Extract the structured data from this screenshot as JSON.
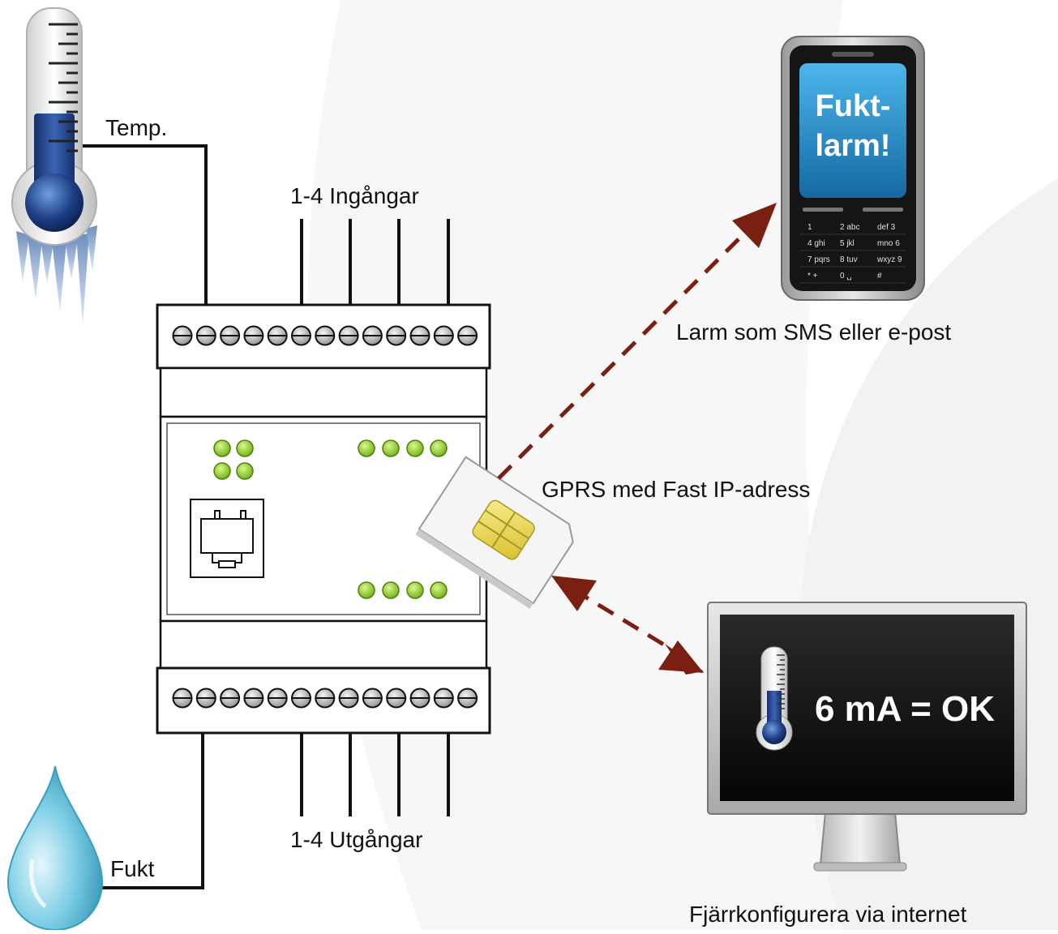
{
  "labels": {
    "temp": "Temp.",
    "inputs": "1-4 Ingångar",
    "outputs": "1-4 Utgångar",
    "moisture": "Fukt",
    "alarm_channel": "Larm som SMS eller e-post",
    "gprs": "GPRS med Fast IP-adress",
    "remote_config": "Fjärrkonfigurera via internet"
  },
  "phone": {
    "screen_line1": "Fukt-",
    "screen_line2": "larm!",
    "keys": [
      [
        "1",
        "",
        "2",
        "abc",
        "def",
        "3"
      ],
      [
        "4",
        "ghi",
        "5",
        "jkl",
        "mno",
        "6"
      ],
      [
        "7",
        "pqrs",
        "8",
        "tuv",
        "wxyz",
        "9"
      ],
      [
        "*",
        "+",
        "0",
        "␣",
        "",
        "#"
      ]
    ]
  },
  "monitor": {
    "reading": "6 mA = OK"
  },
  "colors": {
    "arrow": "#7a1f12",
    "led": "#8ed11a",
    "sim_chip": "#e8d84a",
    "thermo_fluid": "#1e3f86",
    "water": "#7fcfe6",
    "screen": "#111111",
    "phone_screen": "#1f96d4"
  },
  "icons": {
    "thermometer": "thermometer-icon",
    "drop": "water-drop-icon",
    "phone": "mobile-phone-icon",
    "monitor": "monitor-icon",
    "sim": "sim-card-icon"
  }
}
